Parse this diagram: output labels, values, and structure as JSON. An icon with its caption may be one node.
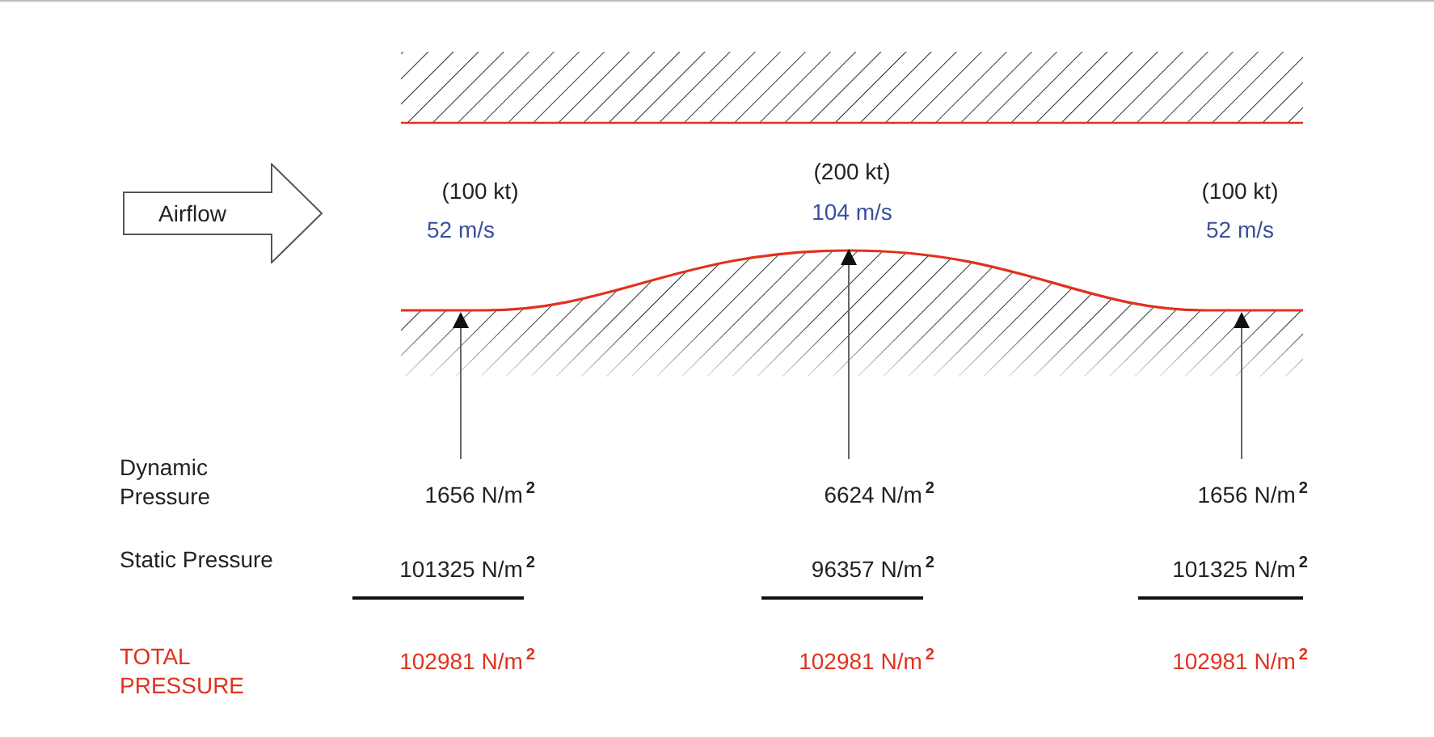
{
  "diagram": {
    "nodes": [
      {
        "text": [
          "Airflow"
        ]
      },
      {
        "text": [
          "1656 N/m$^{2}$"
        ]
      },
      {
        "text": [
          "6624 N/m$^{2}$"
        ]
      },
      {
        "text": [
          "1656 N/m$^{2}$"
        ]
      }
    ],
    "edges": [
      {
        "from": 1,
        "to": null,
        "arrow": "to"
      },
      {
        "from": 2,
        "to": null,
        "arrow": "to"
      },
      {
        "from": 3,
        "to": null,
        "arrow": "to"
      }
    ],
    "labels": [
      "(200 kt)",
      "(100 kt)",
      "104 m/s",
      "(100 kt)",
      "52 m/s",
      "52 m/s",
      "Dynamic Pressure",
      "Static Pressure",
      "101325 N/m$^{2}$",
      "96357 N/m$^{2}$",
      "101325 N/m$^{2}$",
      "TOTAL PRESSURE",
      "102981 N/m$^{2}$",
      "102981 N/m$^{2}$",
      "102981 N/m$^{2}$"
    ]
  }
}
